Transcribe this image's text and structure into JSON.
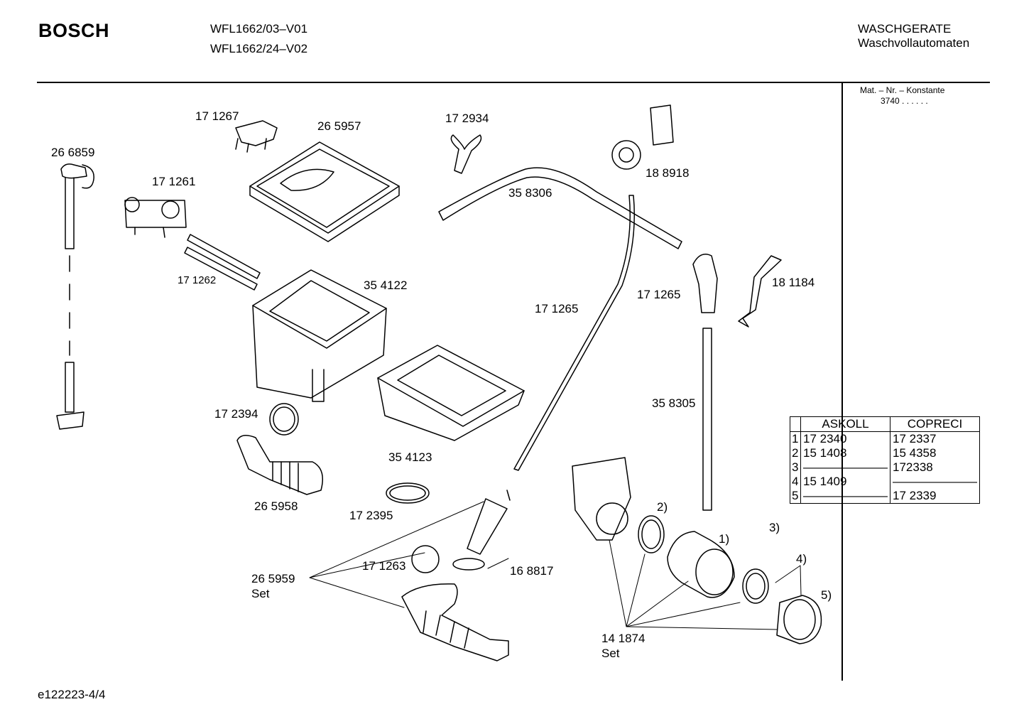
{
  "header": {
    "brand": "BOSCH",
    "models": [
      "WFL1662/03–V01",
      "WFL1662/24–V02"
    ],
    "category": "WASCHGERATE",
    "subcategory": "Waschvollautomaten",
    "konstante_label": "Mat. – Nr. – Konstante",
    "konstante_value": "3740 . . . . . ."
  },
  "part_labels": [
    "17 1267",
    "26 5957",
    "17 2934",
    "26 6859",
    "17 1261",
    "18 8918",
    "35 8306",
    "17 1262",
    "35 4122",
    "17 1265",
    "18 1184",
    "17 1265",
    "35 8305",
    "17 2394",
    "35 4123",
    "26 5958",
    "17 2395",
    "2)",
    "1)",
    "3)",
    "4)",
    "5)",
    "17 1263",
    "16 8817",
    "26 5959",
    "Set",
    "14 1874",
    "Set"
  ],
  "supplier_table": {
    "headers": [
      "ASKOLL",
      "COPRECI"
    ],
    "rows": [
      {
        "index": "1",
        "askoll": "17 2340",
        "copreci": "17 2337"
      },
      {
        "index": "2",
        "askoll": "15 1408",
        "copreci": "15 4358"
      },
      {
        "index": "3",
        "askoll": "———————",
        "copreci": "172338"
      },
      {
        "index": "4",
        "askoll": "15 1409",
        "copreci": "———————"
      },
      {
        "index": "5",
        "askoll": "———————",
        "copreci": "17 2339"
      }
    ]
  },
  "footer": {
    "code": "e122223-4/4"
  }
}
